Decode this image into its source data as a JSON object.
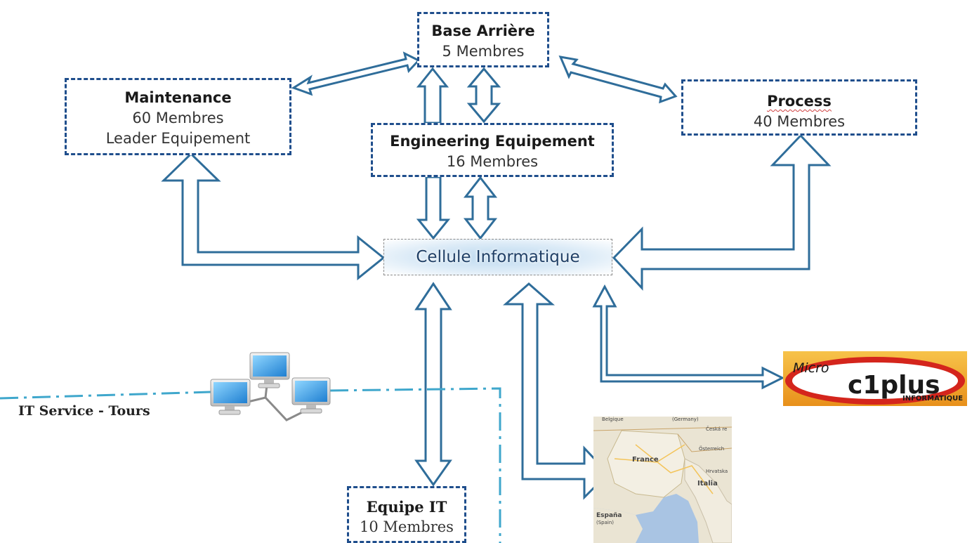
{
  "boxes": {
    "base": {
      "title": "Base Arrière",
      "line1": "5 Membres"
    },
    "maintenance": {
      "title": "Maintenance",
      "line1": "60 Membres",
      "line2": "Leader Equipement"
    },
    "engineering": {
      "title": "Engineering Equipement",
      "line1": "16 Membres"
    },
    "process": {
      "title": "Process",
      "line1": "40 Membres"
    },
    "equipe": {
      "title": "Equipe IT",
      "line1": "10 Membres"
    }
  },
  "center": {
    "label": "Cellule Informatique"
  },
  "it_service_label": "IT Service - Tours",
  "logo": {
    "word1": "Micro",
    "word2": "c1plus",
    "word3": "INFORMATIQUE"
  },
  "map_labels": {
    "belgique": "Belgique",
    "germany": "(Germany)",
    "ceska": "Česká re",
    "france": "France",
    "osterreich": "Österreich",
    "hrvatska": "Hrvatska",
    "italia": "Italia",
    "espana": "España",
    "spain": "(Spain)"
  },
  "colors": {
    "arrow_stroke": "#2f6d9a",
    "box_border": "#1f4e8c",
    "dashdot_line": "#3fa7cc",
    "logo_red": "#d4251c",
    "logo_orange": "#f2a31b"
  },
  "icons": [
    "network-computers-icon",
    "double-arrow-icon"
  ]
}
